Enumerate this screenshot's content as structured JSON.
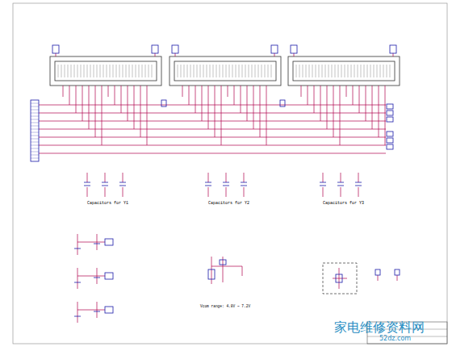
{
  "diagram": {
    "labels": [
      "Capacitors for Y1",
      "Capacitors for Y2",
      "Capacitors for Y3",
      "Vcom range: 4.8V ~ 7.2V",
      "家电维修资料网",
      "52dz.com"
    ]
  }
}
